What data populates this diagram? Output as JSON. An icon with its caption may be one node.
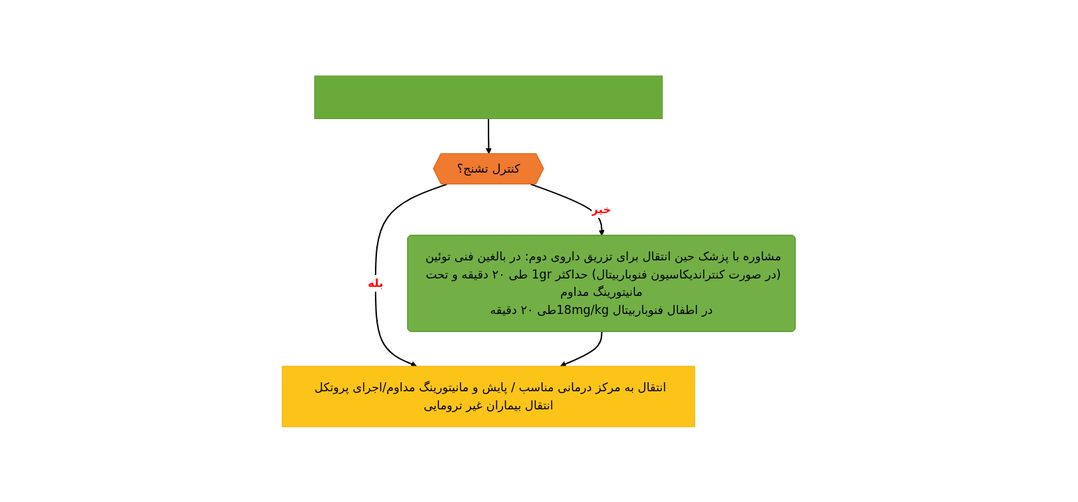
{
  "diagram": {
    "nodes": [
      {
        "text": [],
        "shape": "bar"
      },
      {
        "text": [
          "کنترل تشنج؟"
        ]
      },
      {
        "text": [
          "مشاوره با پزشک حین انتقال برای تزریق داروی دوم: در بالغین فنی توئین (در صورت کنتراندیکاسیون فنوباربیتال) حداکثر 1gr طی ۲۰ دقیقه و تحت مانیتورینگ مداوم",
          "در اطفال فنوباربیتال 18mg/kgطی ۲۰ دقیقه"
        ]
      },
      {
        "text": [
          "انتقال به مرکز درمانی مناسب / پایش و مانیتورینگ مداوم/اجرای پروتکل انتقال بیماران غیر ترومایی"
        ]
      }
    ],
    "edges": [
      {
        "from": 0,
        "to": 1,
        "arrow": "to"
      },
      {
        "from": 1,
        "to": 2,
        "arrow": "to",
        "label": "خیر"
      },
      {
        "from": 1,
        "to": 3,
        "arrow": "to",
        "label": "بله"
      },
      {
        "from": 2,
        "to": 3,
        "arrow": "to"
      }
    ]
  }
}
